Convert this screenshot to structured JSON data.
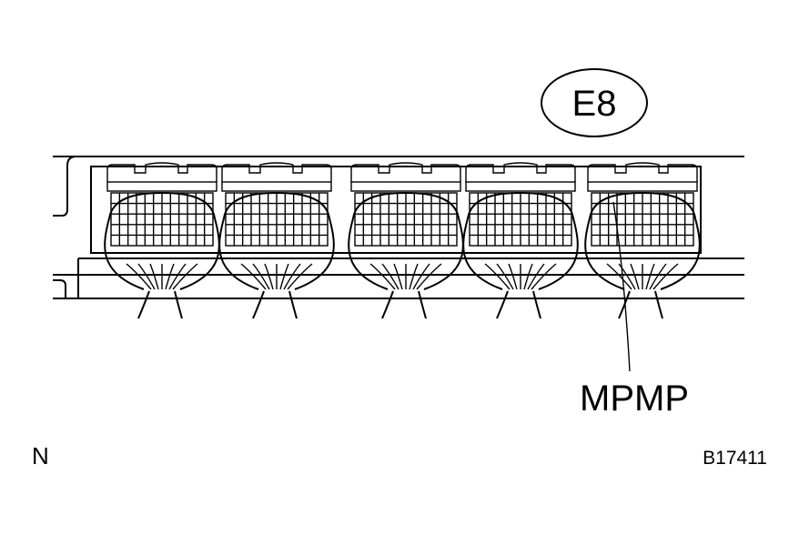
{
  "connector_label": "E8",
  "terminal_label": "MPMP",
  "orientation_mark": "N",
  "figure_code": "B17411",
  "connectors": [
    {
      "name": "connector-1"
    },
    {
      "name": "connector-2"
    },
    {
      "name": "connector-3"
    },
    {
      "name": "connector-4"
    },
    {
      "name": "connector-5"
    }
  ]
}
